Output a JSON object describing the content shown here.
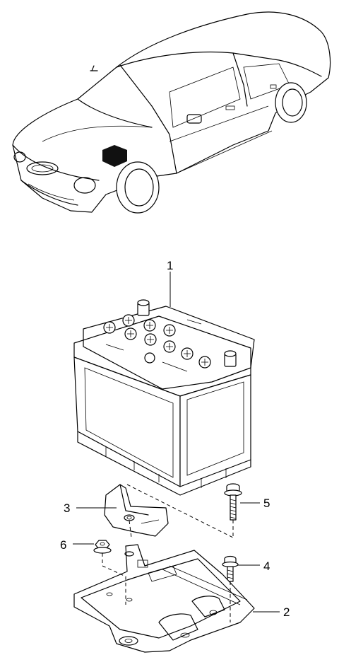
{
  "callouts": [
    {
      "id": "1",
      "label": "1"
    },
    {
      "id": "2",
      "label": "2"
    },
    {
      "id": "3",
      "label": "3"
    },
    {
      "id": "4",
      "label": "4"
    },
    {
      "id": "5",
      "label": "5"
    },
    {
      "id": "6",
      "label": "6"
    }
  ],
  "parts": {
    "car": "car-overview",
    "battery": "battery",
    "tray": "battery-tray",
    "clamp": "battery-clamp",
    "bolt_long": "bolt",
    "bolt_short": "bolt",
    "nut": "flange-nut"
  },
  "colors": {
    "line": "#000000",
    "background": "#ffffff",
    "highlight": "#111111"
  }
}
